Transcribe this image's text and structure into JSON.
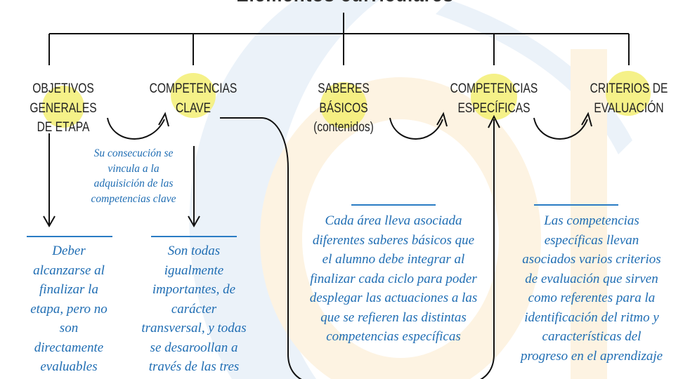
{
  "title": "Elementos curriculares",
  "elements": [
    {
      "label_lines": [
        "OBJETIVOS",
        "GENERALES",
        "DE ETAPA"
      ]
    },
    {
      "label_lines": [
        "COMPETENCIAS",
        "CLAVE"
      ]
    },
    {
      "label_lines": [
        "SABERES",
        "BÁSICOS",
        "(contenidos)"
      ]
    },
    {
      "label_lines": [
        "COMPETENCIAS",
        "ESPECÍFICAS"
      ]
    },
    {
      "label_lines": [
        "CRITERIOS DE",
        "EVALUACIÓN"
      ]
    }
  ],
  "link_note": [
    "Su consecución se",
    "vincula a la",
    "adquisición de las",
    "competencias clave"
  ],
  "descriptions": [
    [
      "Deber",
      "alcanzarse al",
      "finalizar la",
      "etapa, pero no",
      "son",
      "directamente",
      "evaluables"
    ],
    [
      "Son todas",
      "igualmente",
      "importantes, de",
      "carácter",
      "transversal, y todas",
      "se desaroollan a",
      "través de las tres"
    ],
    [
      "Cada área lleva asociada",
      "diferentes saberes básicos que",
      "el alumno debe integrar al",
      "finalizar cada ciclo para poder",
      "desplegar las actuaciones a las",
      "que se refieren las distintas",
      "competencias específicas"
    ],
    [
      "Las competencias",
      "específicas llevan",
      "asociados varios criterios",
      "de evaluación que sirven",
      "como referentes para la",
      "identificación del ritmo y",
      "características del",
      "progreso en el aprendizaje"
    ]
  ],
  "colors": {
    "text_blue": "#1f6db3",
    "highlight": "#f3ee6a",
    "lines": "#111111"
  }
}
